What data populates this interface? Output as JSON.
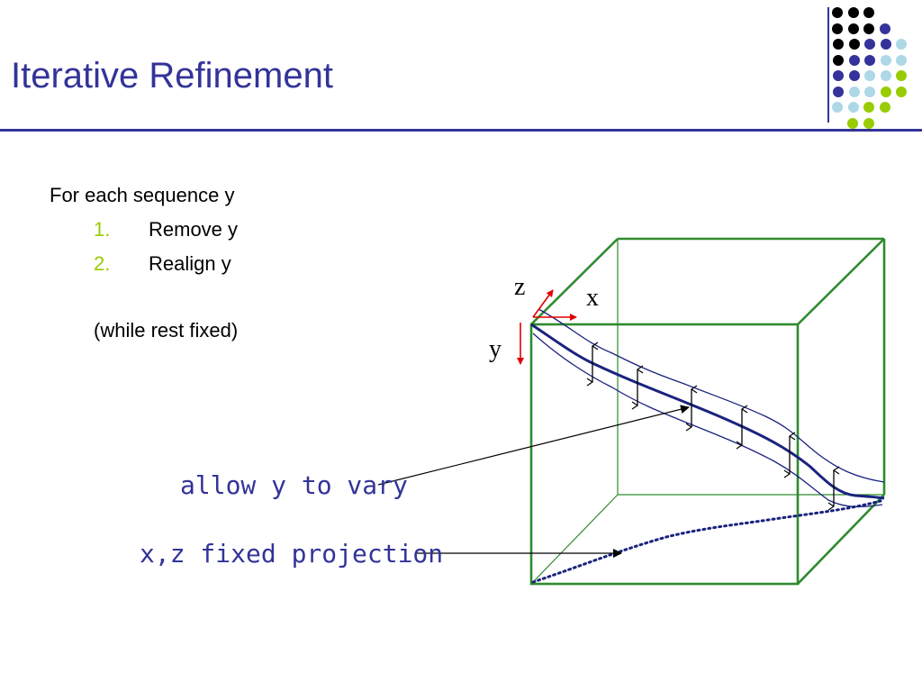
{
  "slide": {
    "title": "Iterative Refinement",
    "colors": {
      "title": "#333399",
      "accent": "#99cc00",
      "light": "#add8e6",
      "dark": "#000000",
      "cube": "#2e8b2e",
      "band": "#1a237e",
      "axis": "#e00000"
    }
  },
  "content": {
    "intro": "For each sequence y",
    "steps": [
      {
        "num": "1.",
        "text": "Remove y"
      },
      {
        "num": "2.",
        "text": "Realign y"
      }
    ],
    "note": "(while rest fixed)"
  },
  "diagram": {
    "axes": {
      "z": "z",
      "x": "x",
      "y": "y"
    },
    "annotations": {
      "vary": "allow y to vary",
      "projection": "x,z fixed projection"
    }
  },
  "decoration": {
    "dot_rows": [
      [
        "dark",
        "dark",
        "dark"
      ],
      [
        "dark",
        "dark",
        "dark",
        "title"
      ],
      [
        "dark",
        "dark",
        "title",
        "title",
        "light"
      ],
      [
        "dark",
        "title",
        "title",
        "light",
        "light"
      ],
      [
        "title",
        "title",
        "light",
        "light",
        "accent"
      ],
      [
        "title",
        "light",
        "light",
        "accent",
        "accent"
      ],
      [
        "light",
        "light",
        "accent",
        "accent"
      ],
      [
        "accent",
        "accent"
      ]
    ]
  }
}
